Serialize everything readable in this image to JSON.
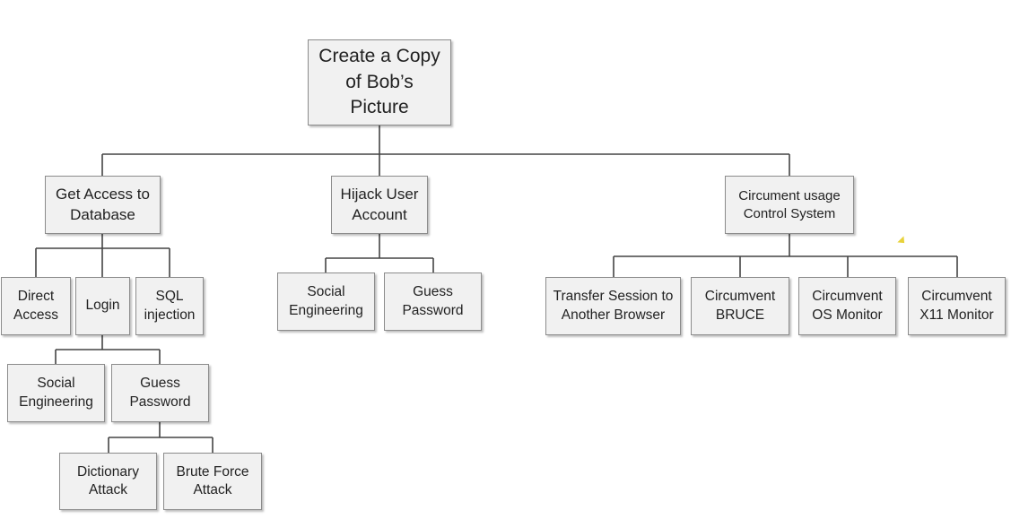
{
  "diagram": {
    "root": {
      "label": "Create a Copy\nof Bob’s\nPicture"
    },
    "branches": {
      "database": {
        "label": "Get Access to\nDatabase",
        "direct_access": "Direct\nAccess",
        "login": "Login",
        "sql_injection": "SQL\ninjection",
        "social_engineering": "Social\nEngineering",
        "guess_password": "Guess\nPassword",
        "dictionary_attack": "Dictionary\nAttack",
        "brute_force_attack": "Brute Force\nAttack"
      },
      "hijack": {
        "label": "Hijack User\nAccount",
        "social_engineering": "Social\nEngineering",
        "guess_password": "Guess\nPassword"
      },
      "circumvent": {
        "label": "Circument usage\nControl System",
        "transfer_session": "Transfer Session to\nAnother Browser",
        "circumvent_bruce": "Circumvent\nBRUCE",
        "circumvent_os": "Circumvent\nOS Monitor",
        "circumvent_x11": "Circumvent\nX11 Monitor"
      }
    },
    "colors": {
      "box_fill": "#f1f1f1",
      "box_border": "#8c8c8c",
      "line": "#444444"
    }
  }
}
